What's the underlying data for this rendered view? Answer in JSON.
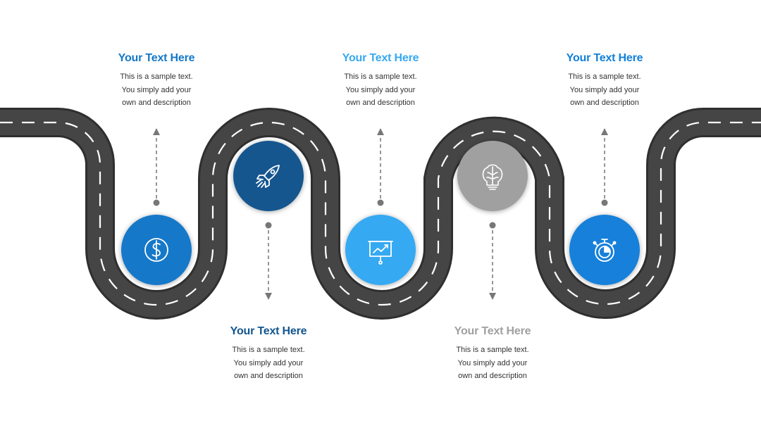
{
  "steps": [
    {
      "title": "Your Text Here",
      "line1": "This is a sample text.",
      "line2": "You simply add your",
      "line3": "own and description",
      "color": "#1478C8",
      "icon": "dollar-icon"
    },
    {
      "title": "Your Text Here",
      "line1": "This is a sample text.",
      "line2": "You simply add your",
      "line3": "own and description",
      "color": "#12568F",
      "icon": "rocket-icon"
    },
    {
      "title": "Your Text Here",
      "line1": "This is a sample text.",
      "line2": "You simply add your",
      "line3": "own and description",
      "color": "#36A9F2",
      "icon": "presentation-board-icon"
    },
    {
      "title": "Your Text Here",
      "line1": "This is a sample text.",
      "line2": "You simply add your",
      "line3": "own and description",
      "color": "#A0A0A0",
      "icon": "brain-bulb-icon"
    },
    {
      "title": "Your Text Here",
      "line1": "This is a sample text.",
      "line2": "You simply add your",
      "line3": "own and description",
      "color": "#1280DA",
      "icon": "stopwatch-icon"
    }
  ],
  "colors": {
    "road": "#454545",
    "road_edge": "#2f2f2f",
    "lane": "#ffffff",
    "connector": "#777777",
    "text": "#333333"
  }
}
